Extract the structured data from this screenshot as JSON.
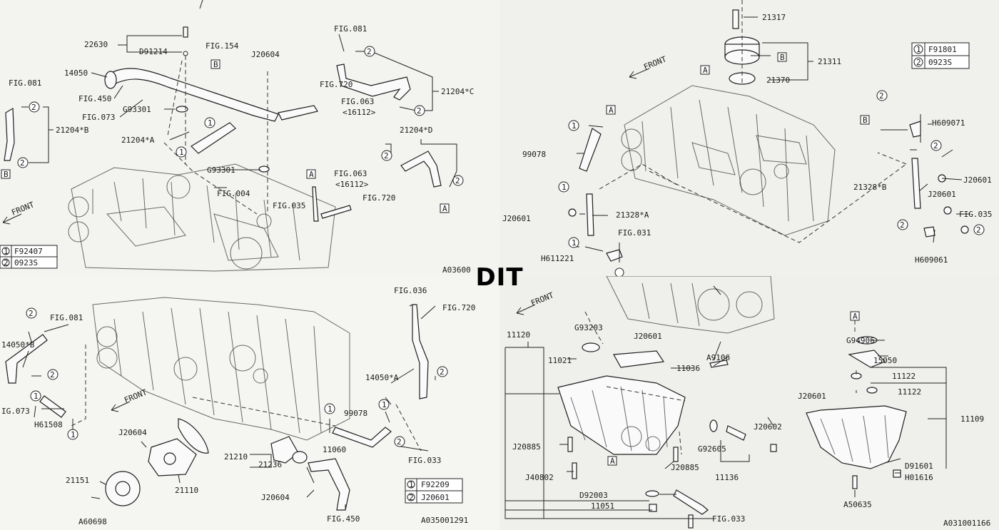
{
  "watermark": "DIT",
  "panels": {
    "top_left": {
      "code": "A03600",
      "legend": [
        {
          "num": "1",
          "code": "F92407"
        },
        {
          "num": "2",
          "code": "0923S"
        }
      ],
      "front_label": "FRONT",
      "labels": {
        "p22630": "22630",
        "d91214": "D91214",
        "fig154": "FIG.154",
        "j20604": "J20604",
        "fig081": "FIG.081",
        "p14050": "14050",
        "fig450": "FIG.450",
        "fig073": "FIG.073",
        "g93301a": "G93301",
        "fig720a": "FIG.720",
        "fig063a": "FIG.063",
        "fig063a_sub": "<16112>",
        "p21204c": "21204*C",
        "fig081b": "FIG.081",
        "p21204b": "21204*B",
        "p21204a": "21204*A",
        "g93301b": "G93301",
        "fig004": "FIG.004",
        "fig035": "FIG.035",
        "fig720b": "FIG.720",
        "p21204d": "21204*D",
        "fig063b": "FIG.063",
        "fig063b_sub": "<16112>",
        "A": "A",
        "B": "B"
      }
    },
    "top_right": {
      "legend": [
        {
          "num": "1",
          "code": "F91801"
        },
        {
          "num": "2",
          "code": "0923S"
        }
      ],
      "front_label": "FRONT",
      "labels": {
        "p21317": "21317",
        "p21311": "21311",
        "p21370": "21370",
        "A": "A",
        "B": "B",
        "p99078": "99078",
        "j20601a": "J20601",
        "p21328a": "21328*A",
        "fig031": "FIG.031",
        "h611221": "H611221",
        "h609071": "H609071",
        "j20601b": "J20601",
        "p21328b": "21328*B",
        "j20601c": "J20601",
        "fig035": "FIG.035",
        "h609061": "H609061"
      }
    },
    "bottom_left": {
      "code": "A035001291",
      "legend": [
        {
          "num": "1",
          "code": "F92209"
        },
        {
          "num": "2",
          "code": "J20601"
        }
      ],
      "front_label": "FRONT",
      "labels": {
        "fig081": "FIG.081",
        "p14050b": "14050*B",
        "fig073": "IG.073",
        "h61508": "H61508",
        "fig036": "FIG.036",
        "fig720": "FIG.720",
        "p14050a": "14050*A",
        "p99078": "99078",
        "fig033": "FIG.033",
        "j20604a": "J20604",
        "p21151": "21151",
        "a60698": "A60698",
        "p21110": "21110",
        "p21210": "21210",
        "p21236": "21236",
        "p11060": "11060",
        "j20604b": "J20604",
        "fig450": "FIG.450"
      }
    },
    "bottom_right": {
      "code": "A031001166",
      "front_label": "FRONT",
      "labels": {
        "p11120": "11120",
        "g93203": "G93203",
        "j20601a": "J20601",
        "p11021": "11021",
        "p11036": "11036",
        "a9106": "A9106",
        "j20602": "J20602",
        "g92605": "G92605",
        "j20885a": "J20885",
        "j20885b": "J20885",
        "j40802": "J40802",
        "p11136": "11136",
        "d92003": "D92003",
        "p11051": "11051",
        "fig033": "FIG.033",
        "A": "A",
        "g94906": "G94906",
        "p15050": "15050",
        "j20601b": "J20601",
        "p11122a": "11122",
        "p11122b": "11122",
        "p11109": "11109",
        "d91601": "D91601",
        "h01616": "H01616",
        "a50635": "A50635"
      }
    }
  }
}
